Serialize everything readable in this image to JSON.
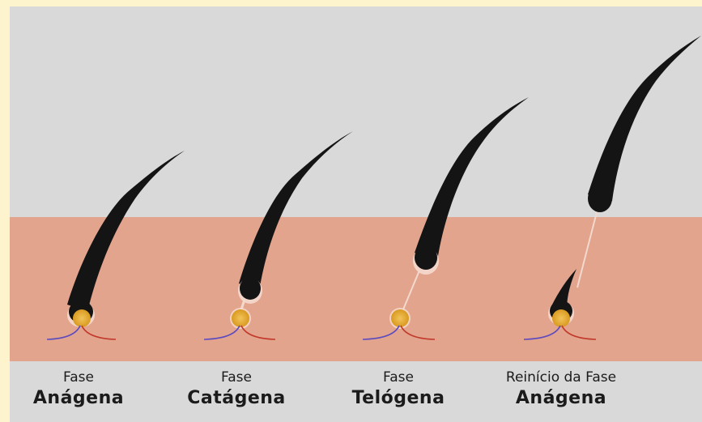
{
  "colors": {
    "background": "#d9d9d9",
    "skin": "#e3a48d",
    "hair": "#141414",
    "papilla": "#e9b23a",
    "artery": "#c0392b",
    "vein": "#5b4bbf"
  },
  "phases": [
    {
      "line1": "Fase",
      "line2": "Anágena"
    },
    {
      "line1": "Fase",
      "line2": "Catágena"
    },
    {
      "line1": "Fase",
      "line2": "Telógena"
    },
    {
      "line1": "Reinício da Fase",
      "line2": "Anágena"
    }
  ]
}
